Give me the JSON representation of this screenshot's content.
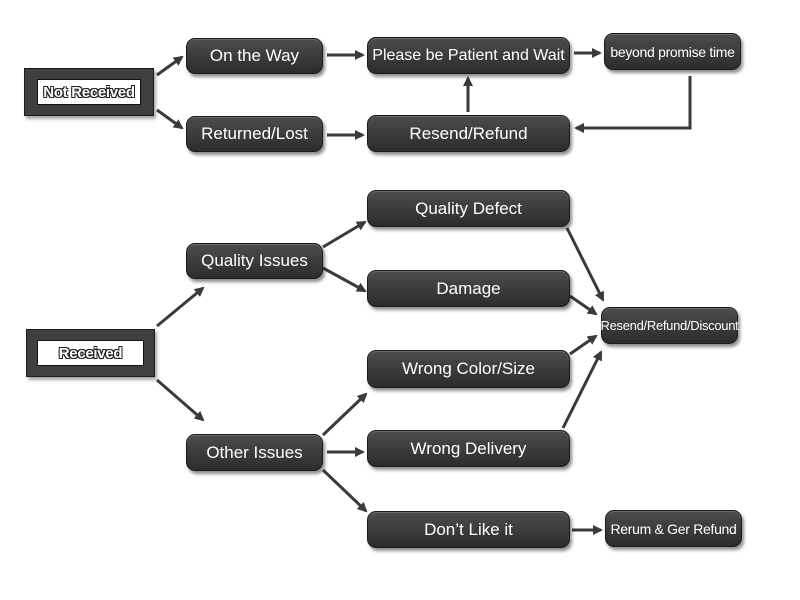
{
  "diagram": {
    "not_received": {
      "root_label": "Not Received",
      "on_the_way": "On the Way",
      "please_wait": "Please be Patient and Wait",
      "beyond_promise": "beyond promise time",
      "returned_lost": "Returned/Lost",
      "resend_refund": "Resend/Refund"
    },
    "received": {
      "root_label": "Received",
      "quality_issues": "Quality Issues",
      "other_issues": "Other Issues",
      "quality_defect": "Quality Defect",
      "damage": "Damage",
      "wrong_color_size": "Wrong Color/Size",
      "wrong_delivery": "Wrong Delivery",
      "dont_like_it": "Don’t Like it",
      "resend_refund_discount": "Resend/Refund/Discount",
      "return_get_refund": "Rerum & Ger Refund"
    }
  },
  "colors": {
    "node_fill": "#3a3a3a",
    "arrow": "#3a3a3a",
    "background": "#ffffff"
  }
}
